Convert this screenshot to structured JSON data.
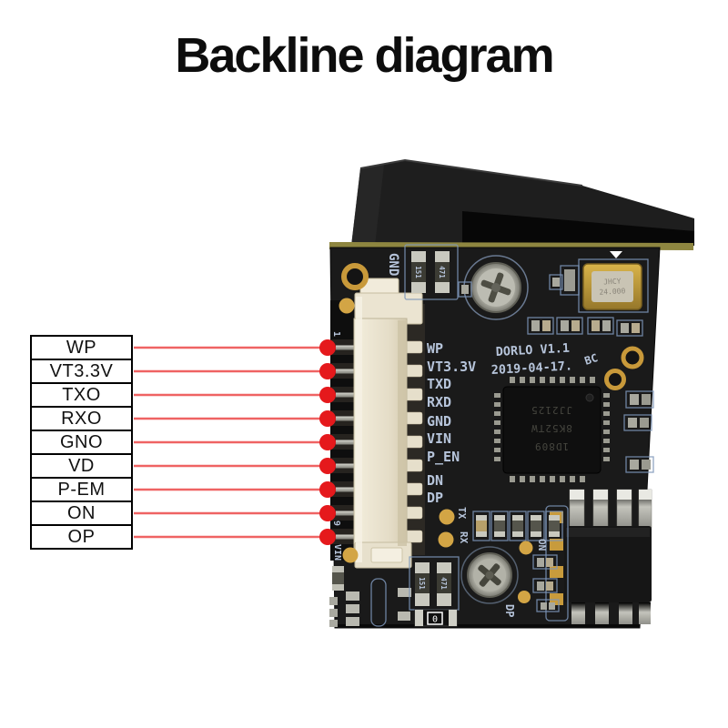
{
  "title": "Backline diagram",
  "pin_table": {
    "labels": [
      "WP",
      "VT3.3V",
      "TXO",
      "RXO",
      "GNO",
      "VD",
      "P-EM",
      "ON",
      "OP"
    ]
  },
  "pcb": {
    "silkscreen_pins": [
      "WP",
      "VT3.3V",
      "TXD",
      "RXD",
      "GND",
      "VIN",
      "P_EN",
      "DN",
      "DP"
    ],
    "model": "DORLO V1.1",
    "date": "2019-04-17.",
    "rev": "BC",
    "corner_label": "GND",
    "pin1_label": "1",
    "pin9_label": "9",
    "vin_label": "VIN",
    "tx_label": "TX",
    "rx_label": "RX",
    "on_label": "ON",
    "dp_label": "DP",
    "crystal": {
      "brand": "JHCY",
      "frequency": "24.000"
    },
    "main_chip": {
      "line1": "1D809",
      "line2": "8K52TW",
      "line3": "JJ2125"
    },
    "resistor_markings": {
      "r151": "151",
      "r471": "471",
      "r0": "0"
    }
  },
  "colors": {
    "leader_line": "#ef6363",
    "leader_dot": "#e5191c",
    "board": "#1a1a1a",
    "silkscreen": "#b6c4da",
    "connector": "#ece5d2",
    "gold": "#c8993a"
  }
}
